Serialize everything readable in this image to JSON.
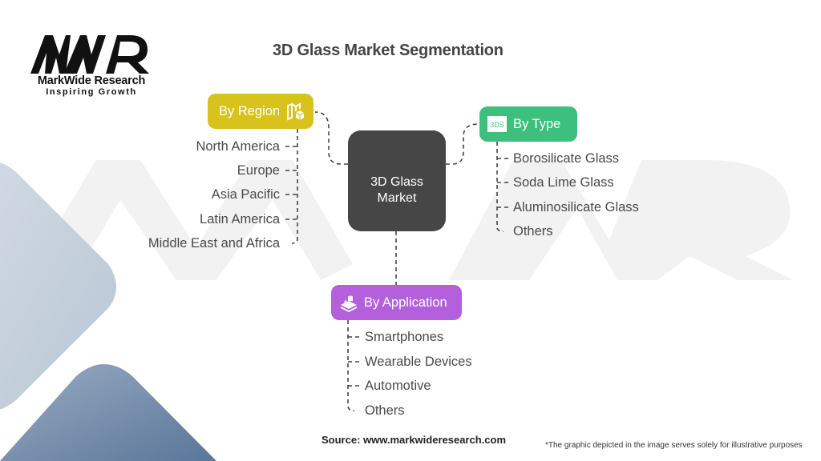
{
  "logo": {
    "mark": "MWR",
    "name": "MarkWide Research",
    "tagline": "Inspiring Growth"
  },
  "title": "3D Glass Market Segmentation",
  "center": {
    "line1": "3D Glass",
    "line2": "Market",
    "color": "#464646"
  },
  "segments": {
    "region": {
      "label": "By Region",
      "icon": "map-cube-icon",
      "color": "#d8c31c",
      "items": [
        "North America",
        "Europe",
        "Asia Pacific",
        "Latin America",
        "Middle East and Africa"
      ]
    },
    "type": {
      "label": "By Type",
      "icon": "3ds-icon",
      "icon_text": "3DS",
      "color": "#3dbf7e",
      "items": [
        "Borosilicate Glass",
        "Soda Lime Glass",
        "Aluminosilicate Glass",
        "Others"
      ]
    },
    "application": {
      "label": "By Application",
      "icon": "layers-stack-icon",
      "color": "#b45fdc",
      "items": [
        "Smartphones",
        "Wearable Devices",
        "Automotive",
        "Others"
      ]
    }
  },
  "footer": {
    "source": "Source: www.markwideresearch.com",
    "disclaimer": "*The graphic depicted in the image serves solely for illustrative purposes"
  }
}
